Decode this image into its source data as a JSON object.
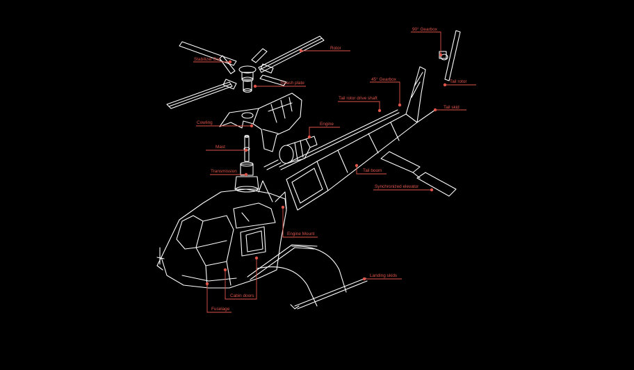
{
  "colors": {
    "background": "#000000",
    "linework": "#ffffff",
    "accent": "#e0554a"
  },
  "parts": {
    "rotor": "Rotor",
    "stabilizer_bar": "Stabilizer Bar",
    "swash_plate": "Swash plate",
    "gearbox_90": "90° Gearbox",
    "gearbox_45": "45° Gearbox",
    "tail_rotor": "Tail rotor",
    "tail_rotor_drive_shaft": "Tail rotor drive shaft",
    "tail_skid": "Tail skid",
    "cowling": "Cowling",
    "engine": "Engine",
    "mast": "Mast",
    "transmission": "Transmission",
    "tail_boom": "Tail boom",
    "synchronized_elevator": "Synchronized elevator",
    "engine_mount": "Engine Mount",
    "landing_skids": "Landing skids",
    "cabin_doors": "Cabin doors",
    "fuselage": "Fuselage"
  }
}
